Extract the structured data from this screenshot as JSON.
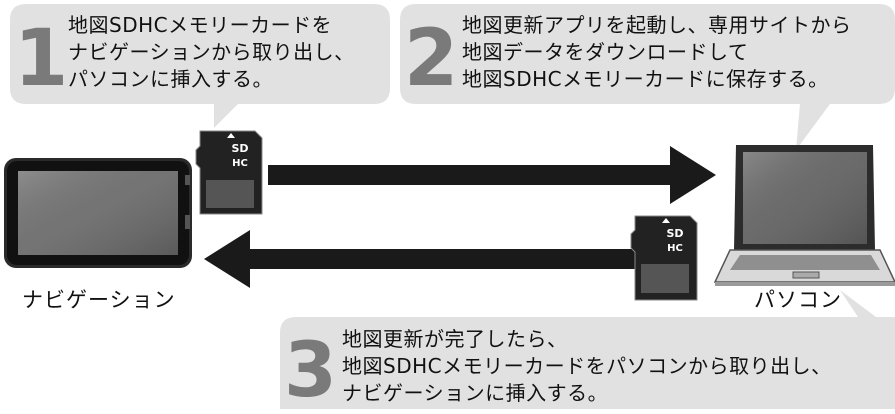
{
  "steps": [
    {
      "number": "1",
      "lines": [
        "地図SDHCメモリーカードを",
        "ナビゲーションから取り出し、",
        "パソコンに挿入する。"
      ]
    },
    {
      "number": "2",
      "lines": [
        "地図更新アプリを起動し、専用サイトから",
        "地図データをダウンロードして",
        "地図SDHCメモリーカードに保存する。"
      ]
    },
    {
      "number": "3",
      "lines": [
        "地図更新が完了したら、",
        "地図SDHCメモリーカードをパソコンから取り出し、",
        "ナビゲーションに挿入する。"
      ]
    }
  ],
  "devices": {
    "navigation_label": "ナビゲーション",
    "pc_label": "パソコン"
  },
  "sd_card": {
    "logo_top": "SD",
    "logo_bottom": "HC"
  },
  "colors": {
    "bubble": "#e1e1e1",
    "step_number": "#7a7a7a",
    "arrow": "#1a1a1a"
  }
}
